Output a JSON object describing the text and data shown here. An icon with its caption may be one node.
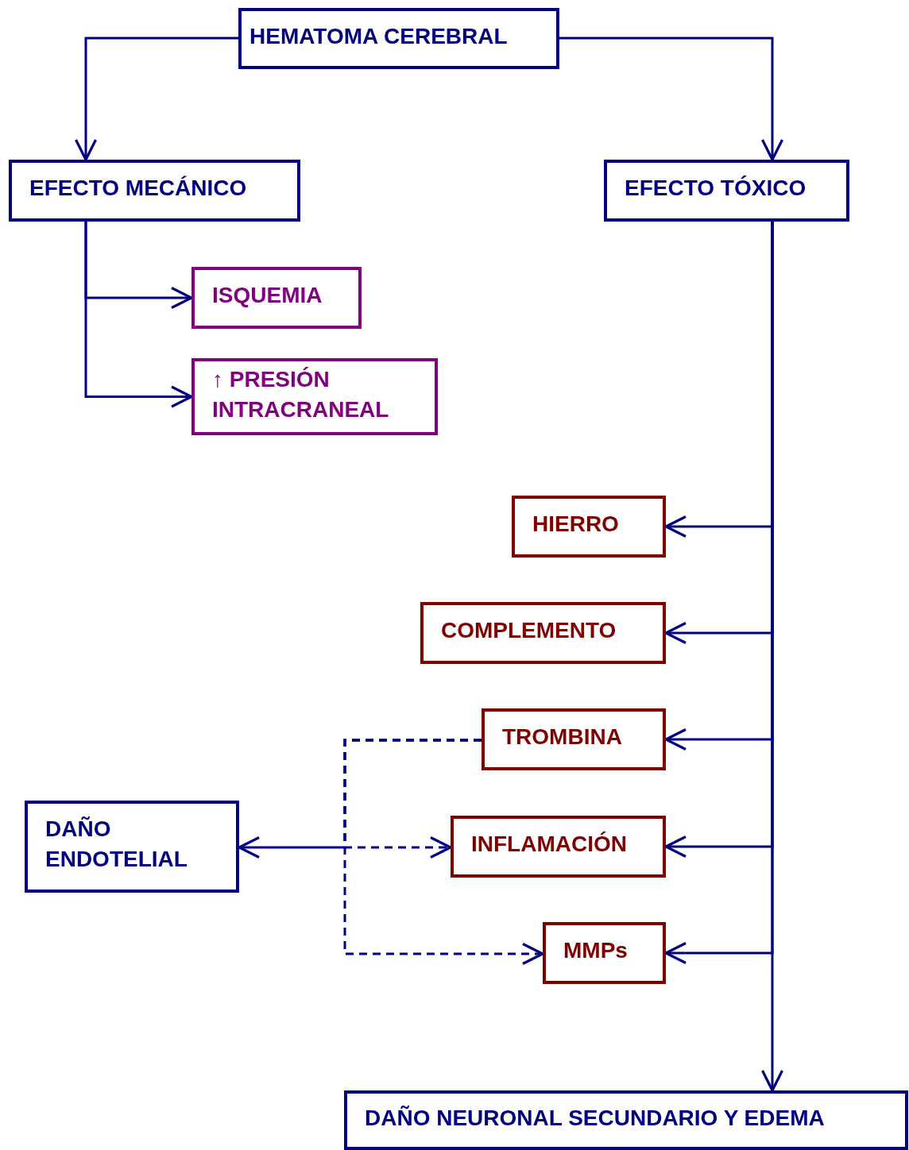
{
  "diagram": {
    "nodes": [
      {
        "text": [
          "HEMATOMA CEREBRAL"
        ]
      },
      {
        "text": [
          "EFECTO MECÁNICO"
        ]
      },
      {
        "text": [
          "EFECTO TÓXICO"
        ]
      },
      {
        "text": [
          "ISQUEMIA"
        ]
      },
      {
        "text": [
          "↑ PRESIÓN INTRACRANEAL"
        ]
      },
      {
        "text": [
          "HIERRO"
        ]
      },
      {
        "text": [
          "COMPLEMENTO"
        ]
      },
      {
        "text": [
          "TROMBINA"
        ]
      },
      {
        "text": [
          "INFLAMACIÓN"
        ]
      },
      {
        "text": [
          "MMPs"
        ]
      },
      {
        "text": [
          "DAÑO ENDOTELIAL"
        ]
      },
      {
        "text": [
          "DAÑO NEURONAL SECUNDARIO Y EDEMA"
        ]
      }
    ],
    "edges": [
      {
        "from": 0,
        "to": 1,
        "arrow": "to"
      },
      {
        "from": 0,
        "to": 2,
        "arrow": "to"
      },
      {
        "from": 1,
        "to": 3,
        "arrow": "to"
      },
      {
        "from": 1,
        "to": 4,
        "arrow": "to"
      },
      {
        "from": 2,
        "to": 5,
        "arrow": "to"
      },
      {
        "from": 2,
        "to": 6,
        "arrow": "to"
      },
      {
        "from": 2,
        "to": 7,
        "arrow": "to"
      },
      {
        "from": 2,
        "to": 8,
        "arrow": "to"
      },
      {
        "from": 2,
        "to": 9,
        "arrow": "to"
      },
      {
        "from": 2,
        "to": 11,
        "arrow": "to"
      },
      {
        "from": 7,
        "to": 8,
        "arrow": "to",
        "style": "dashed"
      },
      {
        "from": 7,
        "to": 9,
        "arrow": "to",
        "style": "dashed"
      },
      {
        "from": 7,
        "to": 10,
        "arrow": "to",
        "style": "dashed"
      }
    ]
  }
}
